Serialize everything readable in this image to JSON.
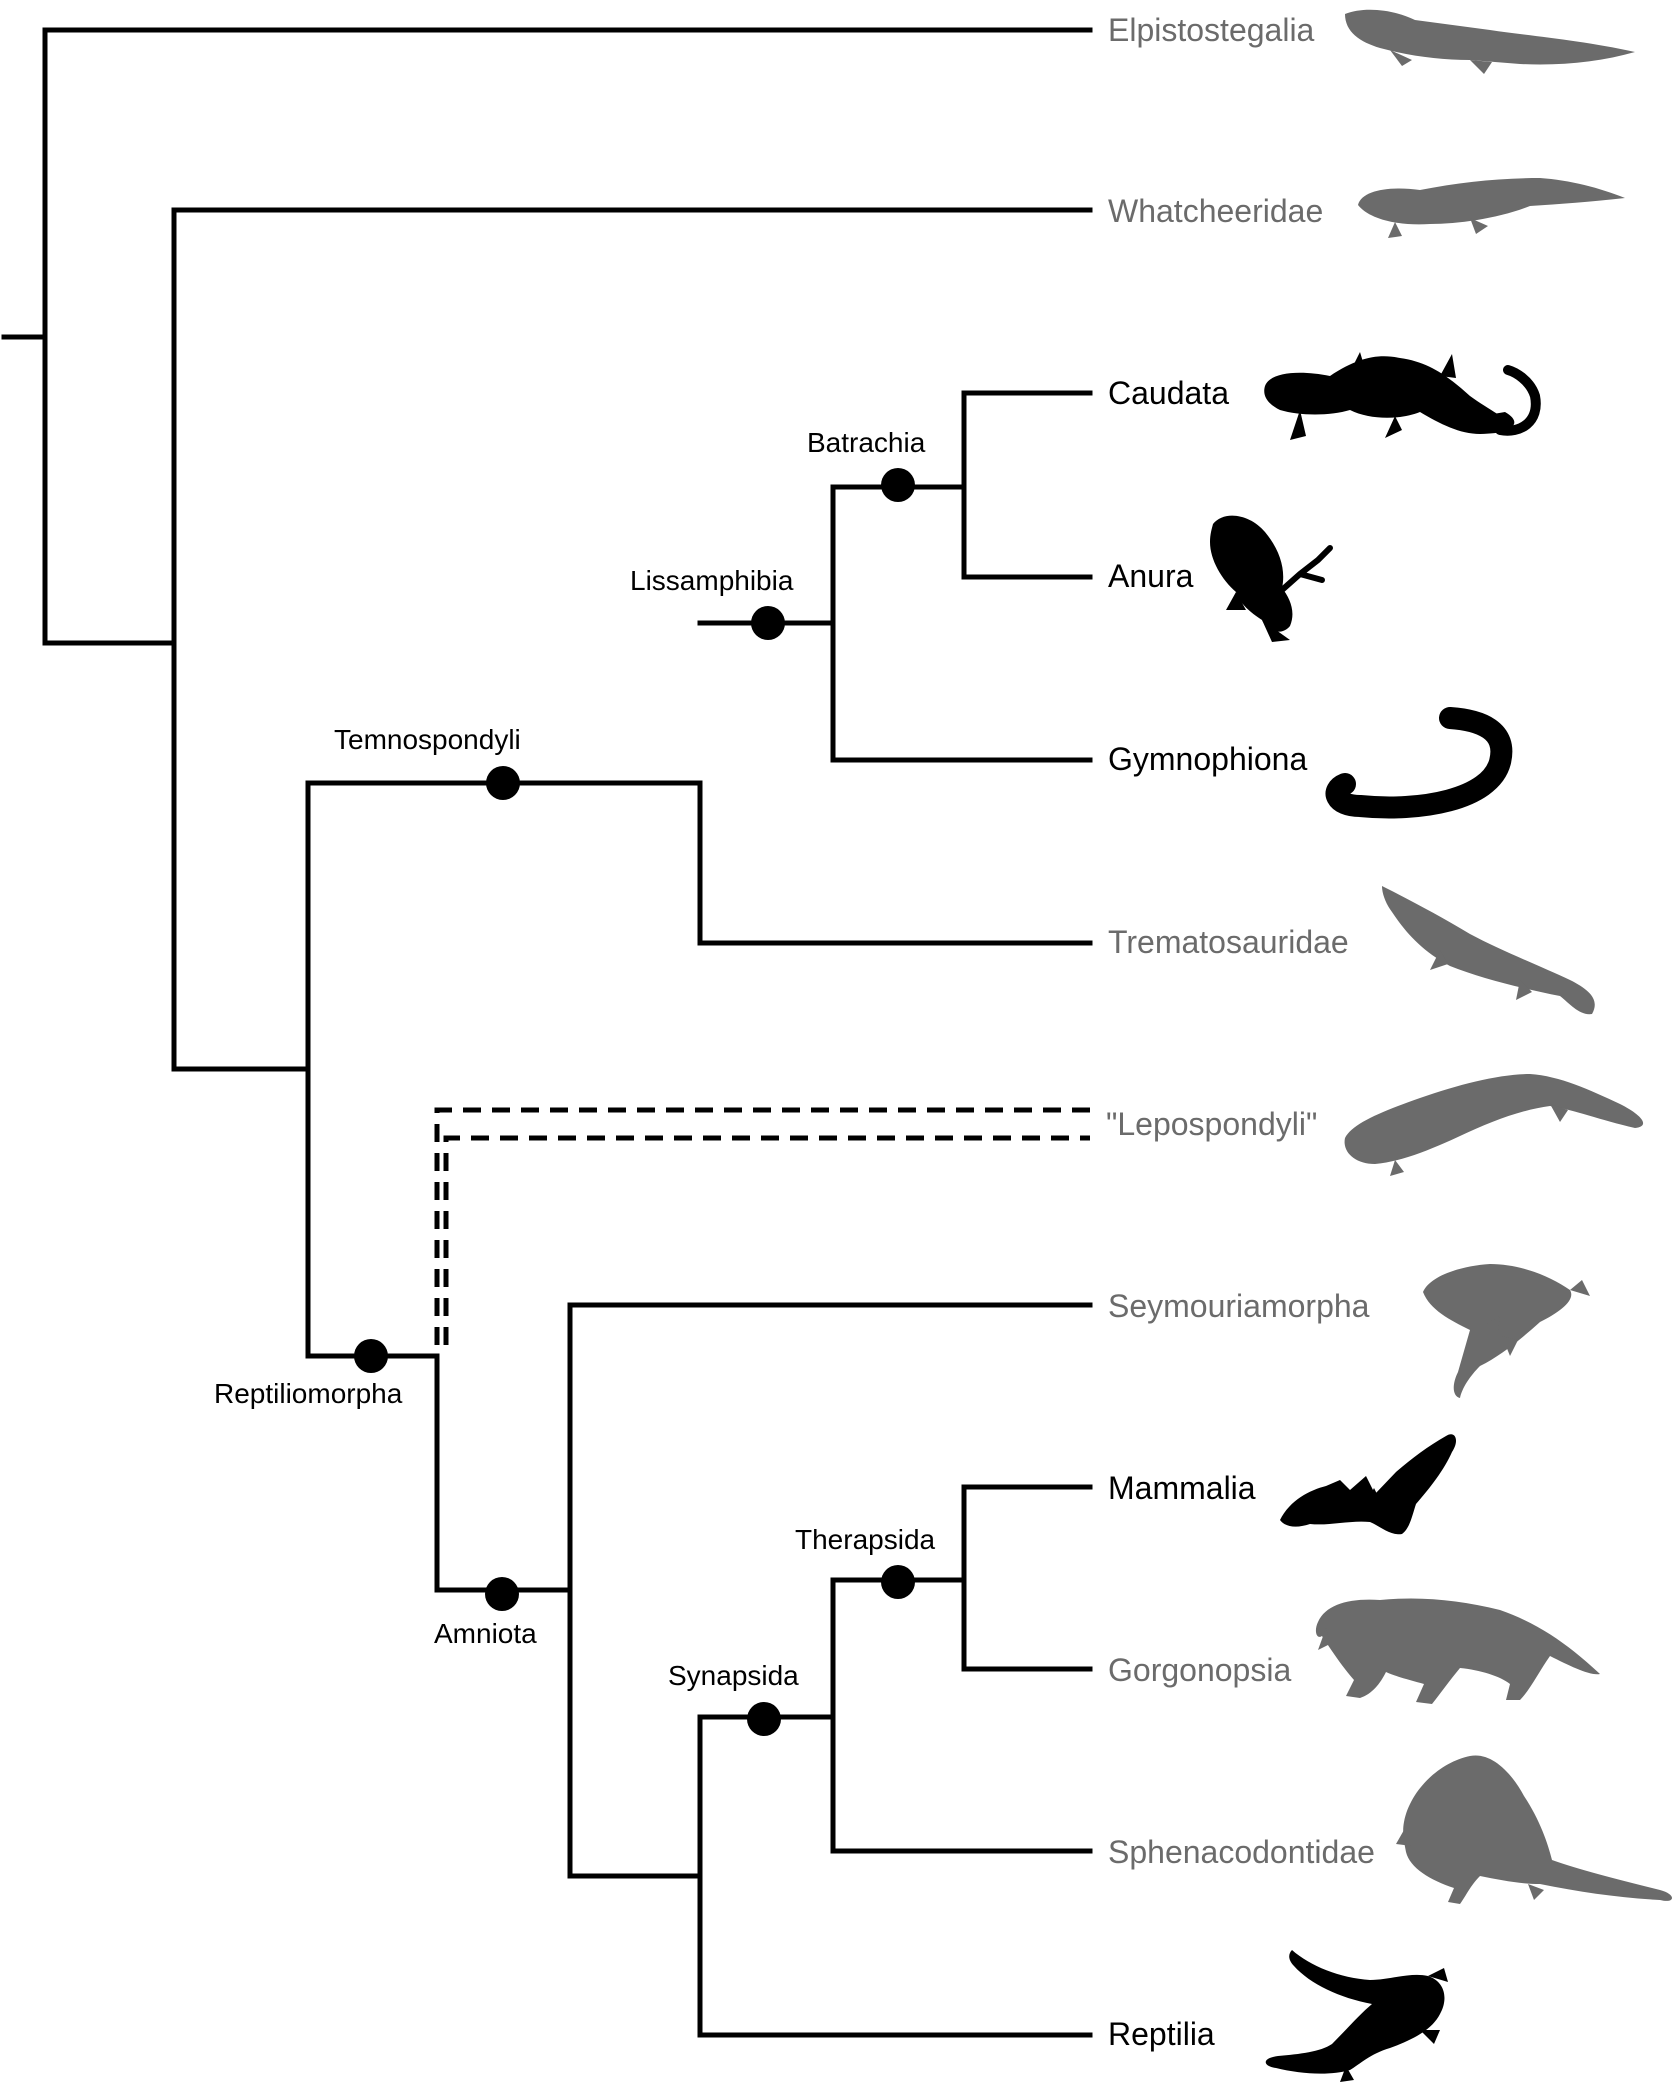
{
  "colors": {
    "extant": "#000000",
    "extinct": "#6b6b6b",
    "branch": "#000000"
  },
  "taxa": [
    {
      "id": "elpistostegalia",
      "label": "Elpistostegalia",
      "extinct": true,
      "icon": "fish-tetrapod-silhouette"
    },
    {
      "id": "whatcheeridae",
      "label": "Whatcheeridae",
      "extinct": true,
      "icon": "early-tetrapod-silhouette"
    },
    {
      "id": "caudata",
      "label": "Caudata",
      "extinct": false,
      "icon": "salamander-silhouette"
    },
    {
      "id": "anura",
      "label": "Anura",
      "extinct": false,
      "icon": "frog-silhouette"
    },
    {
      "id": "gymnophiona",
      "label": "Gymnophiona",
      "extinct": false,
      "icon": "caecilian-silhouette"
    },
    {
      "id": "trematosauridae",
      "label": "Trematosauridae",
      "extinct": true,
      "icon": "trematosaur-silhouette"
    },
    {
      "id": "lepospondyli",
      "label": "\"Lepospondyli\"",
      "extinct": true,
      "icon": "lepospondyl-silhouette"
    },
    {
      "id": "seymouriamorpha",
      "label": "Seymouriamorpha",
      "extinct": true,
      "icon": "seymouriamorph-silhouette"
    },
    {
      "id": "mammalia",
      "label": "Mammalia",
      "extinct": false,
      "icon": "bat-silhouette"
    },
    {
      "id": "gorgonopsia",
      "label": "Gorgonopsia",
      "extinct": true,
      "icon": "gorgonopsid-silhouette"
    },
    {
      "id": "sphenacodontidae",
      "label": "Sphenacodontidae",
      "extinct": true,
      "icon": "dimetrodon-silhouette"
    },
    {
      "id": "reptilia",
      "label": "Reptilia",
      "extinct": false,
      "icon": "lizard-silhouette"
    }
  ],
  "clades": [
    {
      "id": "batrachia",
      "label": "Batrachia"
    },
    {
      "id": "lissamphibia",
      "label": "Lissamphibia"
    },
    {
      "id": "temnospondyli",
      "label": "Temnospondyli"
    },
    {
      "id": "reptiliomorpha",
      "label": "Reptiliomorpha"
    },
    {
      "id": "amniota",
      "label": "Amniota"
    },
    {
      "id": "therapsida",
      "label": "Therapsida"
    },
    {
      "id": "synapsida",
      "label": "Synapsida"
    }
  ]
}
